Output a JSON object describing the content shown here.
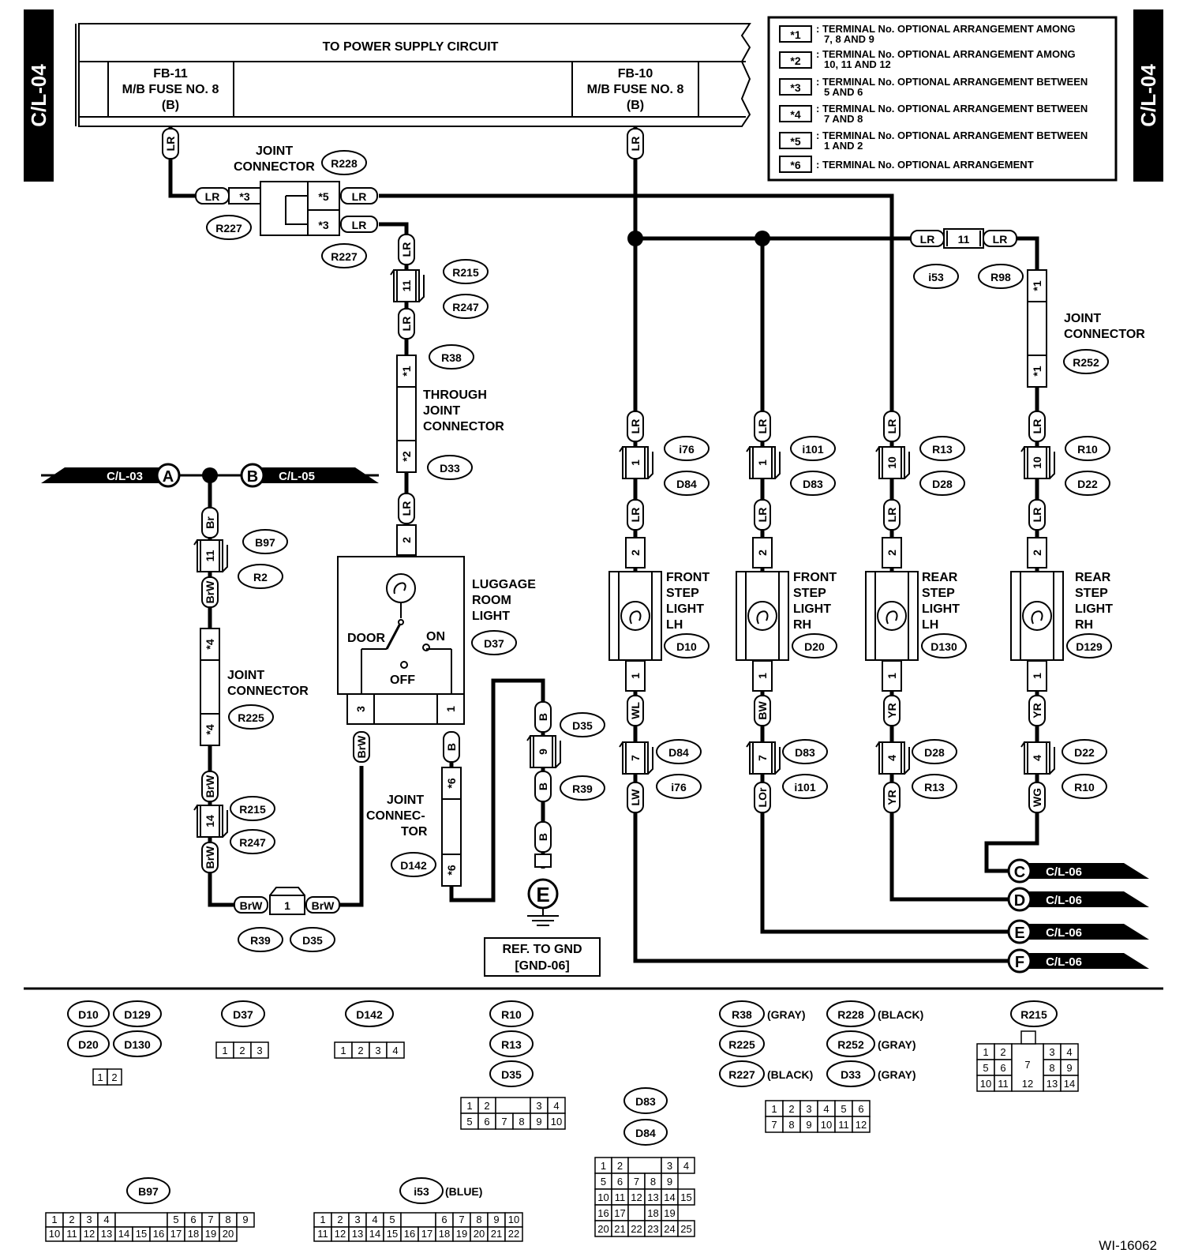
{
  "side_tabs": {
    "left": "C/L-04",
    "right": "C/L-04"
  },
  "power": {
    "title": "TO POWER SUPPLY CIRCUIT",
    "fb11": {
      "name": "FB-11",
      "fuse": "M/B FUSE NO. 8",
      "tag": "(B)"
    },
    "fb10": {
      "name": "FB-10",
      "fuse": "M/B FUSE NO. 8",
      "tag": "(B)"
    }
  },
  "notes": [
    {
      "key": "*1",
      "text": ": TERMINAL No. OPTIONAL ARRANGEMENT AMONG",
      "text2": "7, 8  AND 9"
    },
    {
      "key": "*2",
      "text": ": TERMINAL No. OPTIONAL ARRANGEMENT AMONG",
      "text2": "10, 11  AND 12"
    },
    {
      "key": "*3",
      "text": ": TERMINAL No. OPTIONAL ARRANGEMENT BETWEEN",
      "text2": "5 AND 6"
    },
    {
      "key": "*4",
      "text": ": TERMINAL No. OPTIONAL ARRANGEMENT BETWEEN",
      "text2": "7 AND 8"
    },
    {
      "key": "*5",
      "text": ": TERMINAL No. OPTIONAL ARRANGEMENT BETWEEN",
      "text2": "1 AND 2"
    },
    {
      "key": "*6",
      "text": ": TERMINAL No. OPTIONAL ARRANGEMENT",
      "text2": ""
    }
  ],
  "wires": {
    "lr": "LR",
    "br": "Br",
    "brw": "BrW",
    "b": "B",
    "wl": "WL",
    "bw": "BW",
    "yr": "YR",
    "lw": "LW",
    "lor": "LOr",
    "wg": "WG"
  },
  "stars": {
    "s1": "*1",
    "s2": "*2",
    "s3": "*3",
    "s4": "*4",
    "s5": "*5",
    "s6": "*6"
  },
  "pins": {
    "p1": "1",
    "p2": "2",
    "p3": "3",
    "p4": "4",
    "p7": "7",
    "p9": "9",
    "p10": "10",
    "p11": "11",
    "p14": "14"
  },
  "labels": {
    "joint_connector_l1": "JOINT",
    "joint_connector_l2": "CONNECTOR",
    "through_l1": "THROUGH",
    "through_l2": "JOINT",
    "through_l3": "CONNECTOR",
    "luggage_l1": "LUGGAGE",
    "luggage_l2": "ROOM",
    "luggage_l3": "LIGHT",
    "door": "DOOR",
    "on": "ON",
    "off": "OFF",
    "jc2_l1": "JOINT",
    "jc2_l2": "CONNEC-",
    "jc2_l3": "TOR",
    "ref_l1": "REF. TO GND",
    "ref_l2": "[GND-06]",
    "fsl_l1": "FRONT",
    "fsl_l2": "STEP",
    "fsl_l3": "LIGHT",
    "fsl_l4": "LH",
    "fsr_l1": "FRONT",
    "fsr_l2": "STEP",
    "fsr_l3": "LIGHT",
    "fsr_l4": "RH",
    "rsl_l1": "REAR",
    "rsl_l2": "STEP",
    "rsl_l3": "LIGHT",
    "rsl_l4": "LH",
    "rsr_l1": "REAR",
    "rsr_l2": "STEP",
    "rsr_l3": "LIGHT",
    "rsr_l4": "RH",
    "ground_letter": "E"
  },
  "offpage": {
    "cl03": "C/L-03",
    "a": "A",
    "b": "B",
    "cl05": "C/L-05",
    "c": "C",
    "d": "D",
    "e": "E",
    "f": "F",
    "cl06": "C/L-06"
  },
  "connectors": {
    "r228": "R228",
    "r227": "R227",
    "r215": "R215",
    "r247": "R247",
    "r38": "R38",
    "d33": "D33",
    "i53": "i53",
    "r98": "R98",
    "r252": "R252",
    "b97": "B97",
    "r2": "R2",
    "r225": "R225",
    "d37": "D37",
    "d142": "D142",
    "d35": "D35",
    "r39": "R39",
    "i76": "i76",
    "d84": "D84",
    "i101": "i101",
    "d83": "D83",
    "r13": "R13",
    "d28": "D28",
    "r10": "R10",
    "d22": "D22",
    "d10": "D10",
    "d20": "D20",
    "d130": "D130",
    "d129": "D129"
  },
  "legend": {
    "d10": "D10",
    "d129": "D129",
    "d20": "D20",
    "d130": "D130",
    "d37": "D37",
    "d142": "D142",
    "r10": "R10",
    "r13": "R13",
    "d35": "D35",
    "r38": "R38",
    "gray": "(GRAY)",
    "r228": "R228",
    "black": "(BLACK)",
    "r225": "R225",
    "r252": "R252",
    "r227": "R227",
    "d33": "D33",
    "r215": "R215",
    "d83": "D83",
    "d84": "D84",
    "b97": "B97",
    "i53": "i53",
    "blue": "(BLUE)"
  },
  "figure_code": "WI-16062"
}
